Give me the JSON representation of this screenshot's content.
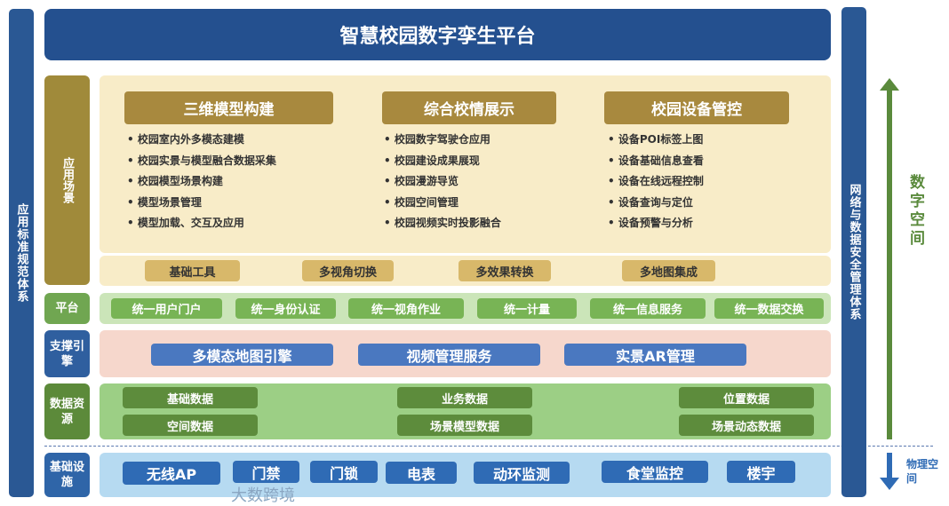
{
  "title": "智慧校园数字孪生平台",
  "left_bar": "应用标准规范体系",
  "right_bar": "网络与数据安全管理体系",
  "digital_space": "数字空间",
  "physical_space": "物理空间",
  "watermark": "大数跨境",
  "application": {
    "label": "应用场景",
    "columns": [
      {
        "title": "三维模型构建",
        "items": [
          "校园室内外多模态建模",
          "校园实景与模型融合数据采集",
          "校园模型场景构建",
          "模型场景管理",
          "模型加载、交互及应用"
        ]
      },
      {
        "title": "综合校情展示",
        "items": [
          "校园数字驾驶仓应用",
          "校园建设成果展现",
          "校园漫游导览",
          "校园空间管理",
          "校园视频实时投影融合"
        ]
      },
      {
        "title": "校园设备管控",
        "items": [
          "设备POI标签上图",
          "设备基础信息查看",
          "设备在线远程控制",
          "设备查询与定位",
          "设备预警与分析"
        ]
      }
    ],
    "tools": [
      "基础工具",
      "多视角切换",
      "多效果转换",
      "多地图集成"
    ]
  },
  "platform": {
    "label": "平台",
    "items": [
      "统一用户门户",
      "统一身份认证",
      "统一视角作业",
      "统一计量",
      "统一信息服务",
      "统一数据交换"
    ]
  },
  "support": {
    "label": "支撑引擎",
    "items": [
      "多模态地图引擎",
      "视频管理服务",
      "实景AR管理"
    ]
  },
  "data": {
    "label": "数据资源",
    "items": [
      "基础数据",
      "业务数据",
      "位置数据",
      "空间数据",
      "场景模型数据",
      "场景动态数据"
    ]
  },
  "infra": {
    "label": "基础设施",
    "items": [
      "无线AP",
      "门禁",
      "门锁",
      "电表",
      "动环监测",
      "食堂监控",
      "楼宇"
    ]
  },
  "colors": {
    "navy": "#2a5894",
    "gold": "#a8893e",
    "green": "#5a8a3c",
    "blue": "#2f6bb5"
  }
}
